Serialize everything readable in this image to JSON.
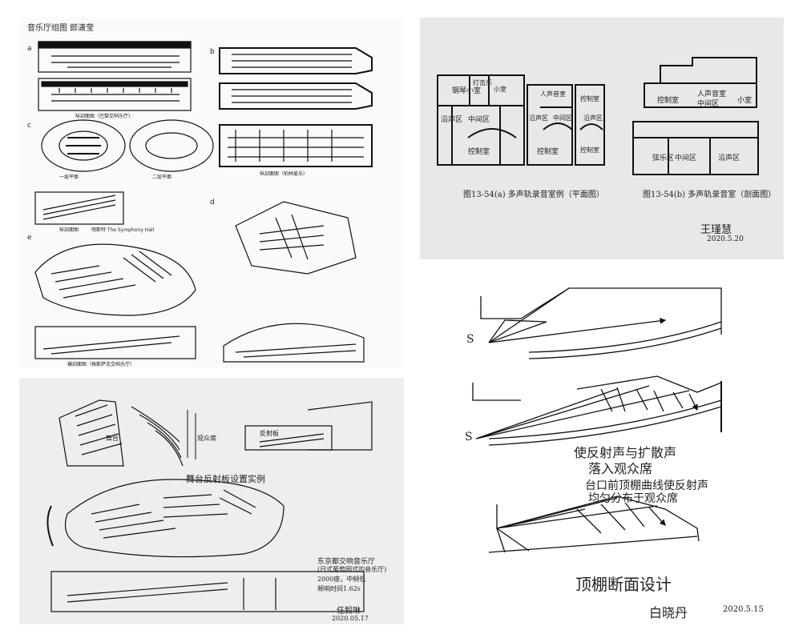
{
  "panel1": {
    "title": "音乐厅组图  郎潇莹",
    "label_a": "a",
    "label_b": "b",
    "label_c": "c",
    "label_d": "d",
    "label_e": "e",
    "caption_a1": "纵剖面图（巴黎交响乐厅）",
    "caption_c1": "一层平面",
    "caption_c2": "二层平面",
    "caption_b1": "纵剖面图（柏林爱乐）",
    "caption_d1": "纵剖面图",
    "caption_d2": "明斯特 The Symphony Hall",
    "caption_e1": "横剖面图（格斯萨克交响乐厅）"
  },
  "panel2": {
    "caption_left": "图13-54(a) 多声轨录音室例（平面图）",
    "caption_right": "图13-54(b) 多声轨录音室（剖面图）",
    "room_labels": [
      "钢琴小室",
      "打击乐",
      "小室",
      "沿声区",
      "中间区",
      "控制室",
      "控制室",
      "控制室",
      "弦乐区",
      "中间区",
      "沿声区",
      "人声音室",
      "中间区",
      "控制室",
      "小室",
      "人声音室",
      "控制室",
      "沿声区",
      "中间区",
      "沿声区"
    ],
    "signature": "王瑾慧",
    "date": "2020.5.20"
  },
  "panel3": {
    "caption_top": "舞台反射板设置实例",
    "note_lines": [
      "东京都交响音乐厅",
      "(日式葡萄园式的音乐厅)",
      "2000座，中频低",
      "频响时间1.62s"
    ],
    "label_stage": "舞台",
    "label_audience": "观众席",
    "label_ref": "反射板",
    "signature": "任毅琳",
    "date": "2020.05.17"
  },
  "panel4": {
    "label_s1": "S",
    "label_s2": "S",
    "caption_mid_1": "使反射声与扩散声",
    "caption_mid_2": "落入观众席",
    "caption_bot_1": "台口前顶棚曲线使反射声",
    "caption_bot_2": "均匀分布于观众席",
    "title": "顶棚断面设计",
    "signature": "白晓丹",
    "date": "2020.5.15"
  }
}
